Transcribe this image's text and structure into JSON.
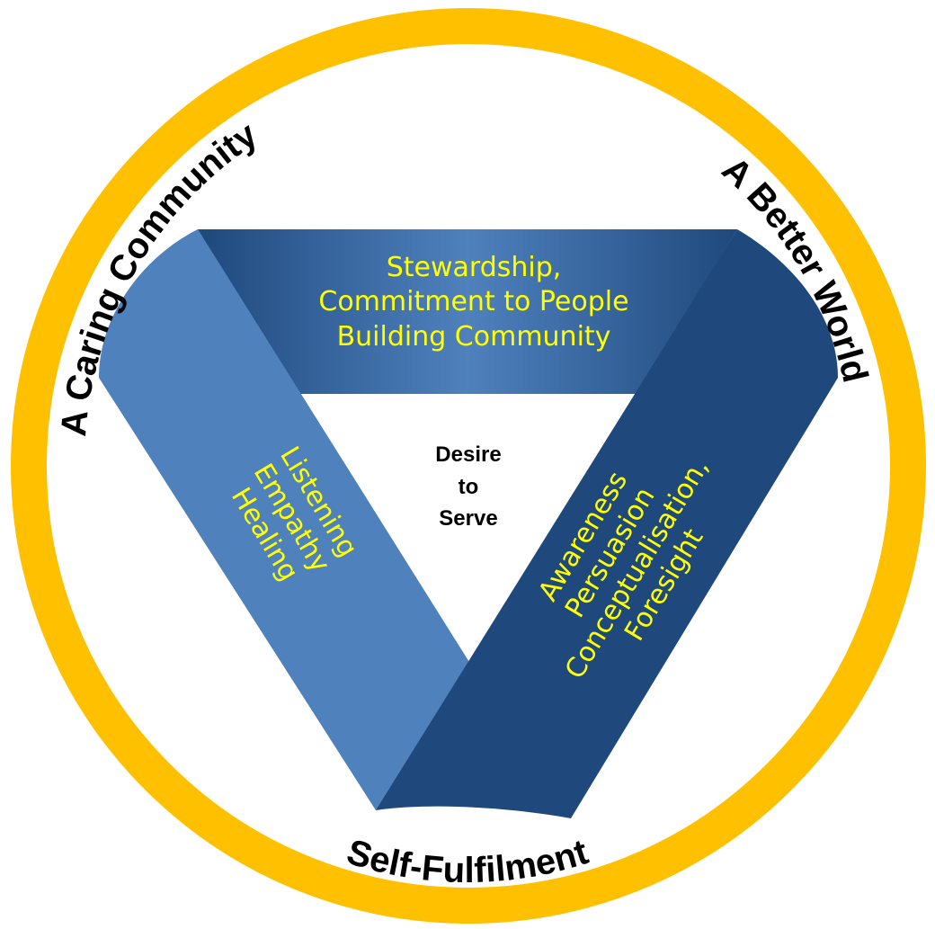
{
  "colors": {
    "ring": "#FFC000",
    "band_light": "#4F81BD",
    "band_dark": "#1F497D",
    "band_text": "#FFFF00",
    "ring_text": "#000000"
  },
  "ring_labels": {
    "left": "A Caring Community",
    "right": "A Better World",
    "bottom": "Self-Fulfilment"
  },
  "bands": {
    "top": [
      "Stewardship,",
      "Commitment to People",
      "Building Community"
    ],
    "left": [
      "Listening",
      "Empathy",
      "Healing"
    ],
    "right": [
      "Awareness",
      "Persuasion",
      "Conceptualisation,",
      "Foresight"
    ]
  },
  "center": [
    "Desire",
    "to",
    "Serve"
  ]
}
